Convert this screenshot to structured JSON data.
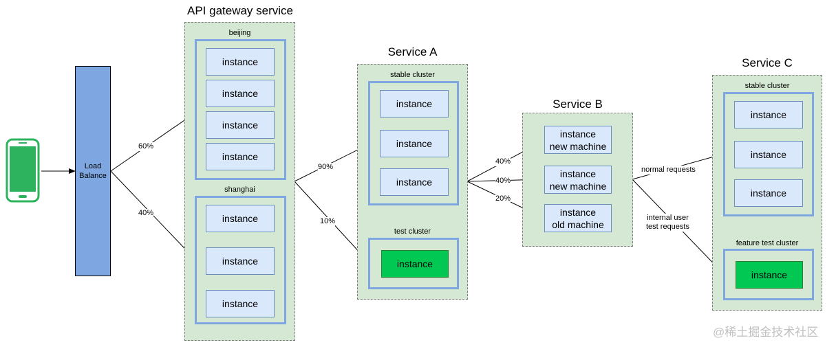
{
  "gateway": {
    "title": "API gateway service",
    "beijing": {
      "label": "beijing",
      "instances": [
        "instance",
        "instance",
        "instance",
        "instance"
      ]
    },
    "shanghai": {
      "label": "shanghai",
      "instances": [
        "instance",
        "instance",
        "instance"
      ]
    }
  },
  "load_balancer": {
    "label": "Load\nBalance"
  },
  "service_a": {
    "title": "Service A",
    "stable": {
      "label": "stable cluster",
      "instances": [
        "instance",
        "instance",
        "instance"
      ]
    },
    "test": {
      "label": "test cluster",
      "instances": [
        "instance"
      ]
    }
  },
  "service_b": {
    "title": "Service B",
    "instances": [
      "instance\nnew machine",
      "instance\nnew machine",
      "instance\nold machine"
    ]
  },
  "service_c": {
    "title": "Service C",
    "stable": {
      "label": "stable cluster",
      "instances": [
        "instance",
        "instance",
        "instance"
      ]
    },
    "feature": {
      "label": "feature test cluster",
      "instances": [
        "instance"
      ]
    }
  },
  "edges": {
    "lb_beijing": "60%",
    "lb_shanghai": "40%",
    "gw_stable": "90%",
    "gw_test": "10%",
    "a_b1": "40%",
    "a_b2": "40%",
    "a_b3": "20%",
    "b_c_normal": "normal requests",
    "b_c_internal": "internal user\ntest requests"
  },
  "watermark": "@稀土掘金技术社区",
  "colors": {
    "service_bg": "#d5e8d4",
    "cluster_border": "#7ea6e0",
    "instance_bg": "#dae8fc",
    "test_instance_bg": "#00c853",
    "load_balancer_bg": "#7ea6e0",
    "phone": "#2db35d"
  }
}
